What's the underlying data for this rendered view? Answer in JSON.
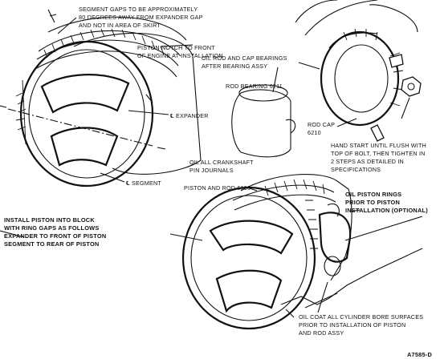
{
  "labels": {
    "segment_gaps": [
      "SEGMENT GAPS TO BE APPROXIMATELY",
      "80 DEGREES AWAY FROM EXPANDER GAP",
      "AND NOT IN AREA OF SKIRT"
    ],
    "piston_notch": [
      "PISTON NOTCH TO FRONT",
      "OF ENGINE AT INSTALLATION"
    ],
    "oil_rod_cap": [
      "OIL ROD AND CAP BEARINGS",
      "AFTER BEARING ASSY"
    ],
    "rod_bearing": [
      "ROD BEARING 6211"
    ],
    "expander": [
      "℄ EXPANDER"
    ],
    "rod_cap": [
      "ROD CAP",
      "6210"
    ],
    "hand_start": [
      "HAND START UNTIL FLUSH WITH",
      "TOP OF BOLT, THEN TIGHTEN IN",
      "2 STEPS AS DETAILED IN",
      "SPECIFICATIONS"
    ],
    "oil_crankshaft": [
      "OIL ALL CRANKSHAFT",
      "PIN JOURNALS"
    ],
    "segment": [
      "℄ SEGMENT"
    ],
    "piston_rod": [
      "PISTON AND ROD 6100"
    ],
    "oil_piston_rings": [
      "OIL PISTON RINGS",
      "PRIOR TO PISTON",
      "INSTALLATION (OPTIONAL)"
    ],
    "install_piston": [
      "INSTALL PISTON INTO BLOCK",
      "WITH RING GAPS AS FOLLOWS",
      "EXPANDER TO FRONT OF PISTON",
      "SEGMENT TO REAR OF PISTON"
    ],
    "oil_coat": [
      "OIL COAT ALL CYLINDER BORE SURFACES",
      "PRIOR TO INSTALLATION OF PISTON",
      "AND ROD ASSY"
    ],
    "figure_id": [
      "A7585-D"
    ]
  }
}
